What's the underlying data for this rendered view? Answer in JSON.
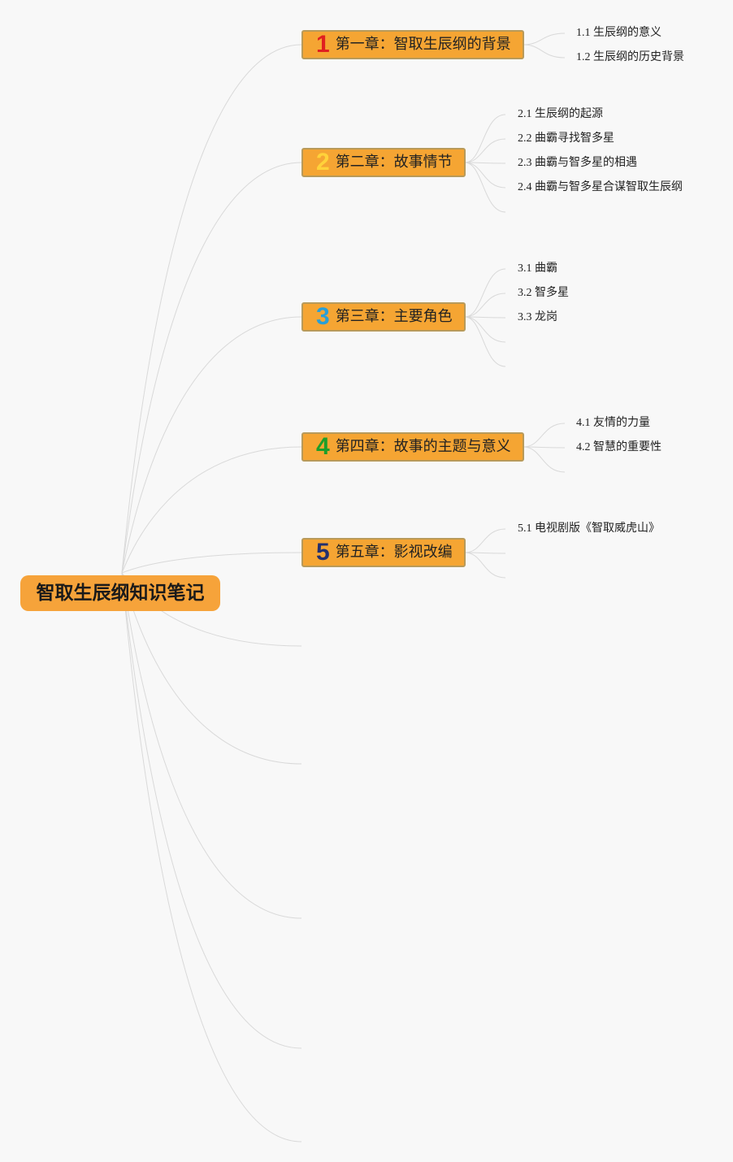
{
  "root": {
    "label": "智取生辰纲知识笔记",
    "color": "#f6a33a"
  },
  "chapters": [
    {
      "num": "1",
      "num_color": "#e02020",
      "label": "第一章：智取生辰纲的背景",
      "children": [
        "1.1 生辰纲的意义",
        "1.2 生辰纲的历史背景"
      ]
    },
    {
      "num": "2",
      "num_color": "#ffd23a",
      "label": "第二章：故事情节",
      "children": [
        "2.1 生辰纲的起源",
        "2.2 曲霸寻找智多星",
        "2.3 曲霸与智多星的相遇",
        "2.4 曲霸与智多星合谋智取生辰纲"
      ]
    },
    {
      "num": "3",
      "num_color": "#2a9fd6",
      "label": "第三章：主要角色",
      "children": [
        "3.1 曲霸",
        "3.2 智多星",
        "3.3 龙岗"
      ]
    },
    {
      "num": "4",
      "num_color": "#1e9e2a",
      "label": "第四章：故事的主题与意义",
      "children": [
        "4.1 友情的力量",
        "4.2 智慧的重要性"
      ]
    },
    {
      "num": "5",
      "num_color": "#23306e",
      "label": "第五章：影视改编",
      "children": [
        "5.1 电视剧版《智取威虎山》"
      ]
    }
  ]
}
